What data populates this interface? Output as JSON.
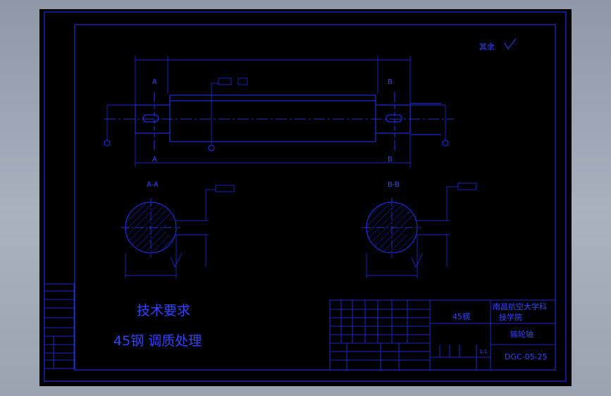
{
  "roughness_note": "其余",
  "sections": {
    "a_top": "A",
    "a_bottom": "A",
    "b_top": "B",
    "b_bottom": "B",
    "a_title": "A-A",
    "b_title": "B-B"
  },
  "tech_requirements": {
    "heading": "技术要求",
    "line": "45钢 调质处理"
  },
  "title_block": {
    "material": "45钢",
    "school_line1": "南昌航空大学科",
    "school_line2": "技学院",
    "part_name": "输轮轴",
    "drawing_number": "DGC-05-25",
    "scale": "1:1"
  },
  "colors": {
    "paper": "#000000",
    "line": "#2233ff",
    "center_line": "#3344ff",
    "text": "#3344ff"
  }
}
